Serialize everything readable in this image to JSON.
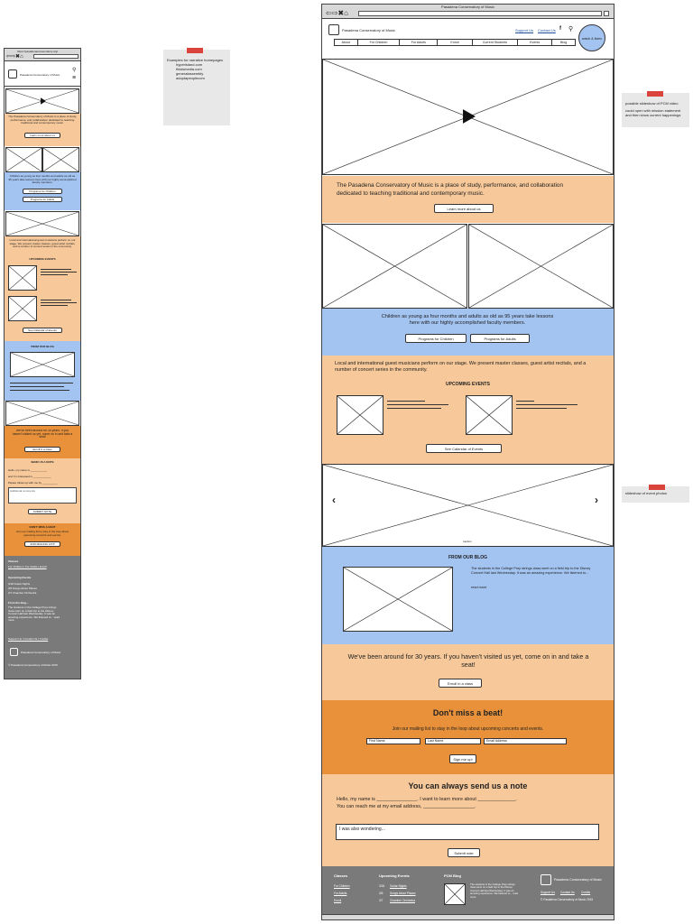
{
  "browser": {
    "title": "Pasadena Conservatory of Music",
    "mobile_url": "https://pasadenaconservatory.org/"
  },
  "site": {
    "logo_name": "Pasadena Conservatory of Music",
    "nav": [
      "About",
      "For Children",
      "For Adults",
      "Enroll",
      "Current Students",
      "Events",
      "Blog"
    ],
    "top_links": [
      "Support Us",
      "Contact Us"
    ],
    "badge": "watch & listen"
  },
  "notes": {
    "homepages": {
      "heading": "Examples for narrative homepages",
      "items": [
        "hyperisland.com",
        "thisismedia.com",
        "generalassembly",
        "adoptapeoplecom"
      ]
    },
    "hero": {
      "line1": "possible slideshow of PCM video",
      "line2": "could open with mission statement and then show current happenings"
    },
    "slideshow": "slideshow of event photos"
  },
  "mission": {
    "text": "The Pasadena Conservatory of Music is a place of study, performance, and collaboration dedicated to teaching traditional and contemporary music.",
    "button": "Learn more about us"
  },
  "programs": {
    "text": "Children as young as four months and adults as old as 95 years take lessons here with our highly accomplished faculty members.",
    "btn_children": "Programs for Children",
    "btn_adults": "Programs for Adults"
  },
  "events": {
    "intro": "Local and international guest musicians perform on our stage. We present master classes, guest artist recitals, and a number of concert series in the community.",
    "heading": "UPCOMING EVENTS",
    "button": "See Calendar of Events",
    "caption": "caption"
  },
  "blog": {
    "heading": "FROM OUR BLOG",
    "text": "The students in the College Prep strings class went on a field trip to the Disney Concert Hall last Wednesday. It was an amazing experience. We listened to...",
    "read_more": "read more"
  },
  "around": {
    "text": "We've been around for 30 years. If you haven't visited us yet, come on in and take a seat!",
    "button": "Enroll in a class"
  },
  "beat": {
    "heading": "Don't miss a beat!",
    "text": "Join our mailing list to stay in the loop about upcoming concerts and events.",
    "fields": [
      "First Name",
      "Last Name",
      "Email Address"
    ],
    "button": "Sign me up!"
  },
  "note_form": {
    "heading": "You can always send us a note",
    "line1": "Hello, my name is _______________. I want to learn more about ______________.",
    "line2": "You can reach me at my email address, ___________________.",
    "textarea": "I was also wondering...",
    "button": "Submit note"
  },
  "footer": {
    "classes": "Classes",
    "class_links": [
      "For Children",
      "For Adults",
      "Enroll"
    ],
    "events_heading": "Upcoming Events",
    "events": [
      {
        "date": "3/18",
        "name": "Guitar Nights"
      },
      {
        "date": "3/5",
        "name": "Songs About Places"
      },
      {
        "date": "3/7",
        "name": "Chamber Orchestra"
      }
    ],
    "blog_heading": "PCM Blog",
    "blog_text": "The students in the College Prep strings class went on a field trip to the Disney Concert Hall last Wednesday. It was an amazing experience. We listened to... read more",
    "links": [
      "Support Us",
      "Contact Us",
      "Credits"
    ],
    "org": "Pasadena Conservatory of Music",
    "copyright": "© Pasadena Conservatory of Music 2015"
  },
  "mobile": {
    "mission": "The Pasadena Conservatory of Music is a place of study, performance, and collaboration dedicated to teaching traditional and contemporary music.",
    "learn": "Learn more about us",
    "programs": "Children as young as four months and adults as old as 95 years take lessons here with our highly accomplished faculty members.",
    "btn_children": "Programs for Children",
    "btn_adults": "Programs for Adults",
    "events_intro": "Local and international guest musicians perform on our stage. We present master classes, guest artist recitals, and a number of concert series in the community.",
    "events_heading": "UPCOMING EVENTS",
    "events_btn": "See Calendar of Events",
    "blog_heading": "FROM OUR BLOG",
    "around": "We've been around for 30 years. If you haven't visited us yet, come on in and take a seat!",
    "enroll": "Enroll in a class",
    "note_heading": "SEND US A NOTE",
    "note_l1": "Hello, my name is ___________",
    "note_l2": "and I'm interested in ____________",
    "note_l3": "Please follow up with me by __________",
    "note_ta": "Additional comments",
    "note_btn": "SUBMIT NOTE",
    "beat_heading": "DON'T MISS A BEAT",
    "beat_text": "Join our mailing list to stay in the loop about upcoming concerts and events.",
    "beat_btn": "JOIN MAILING LIST!",
    "classes": "Classes",
    "class_links": "For Children  |  For Adults  |  Enroll",
    "events_footer": "Upcoming Events",
    "ev": [
      "3/18  Guitar Nights",
      "3/5   Songs About Places",
      "3/7   Chamber Orchestra"
    ],
    "blog_footer": "From the blog...",
    "blog_text": "The students in the College Prep strings class went on a field trip to the Disney Concert Hall last Wednesday. It was an amazing experience. We listened to... read more",
    "links": "Support Us  |  Contact Us  |  Credits",
    "org": "Pasadena Conservatory of Music",
    "copyright": "© Pasadena Conservatory of Music 2015"
  }
}
